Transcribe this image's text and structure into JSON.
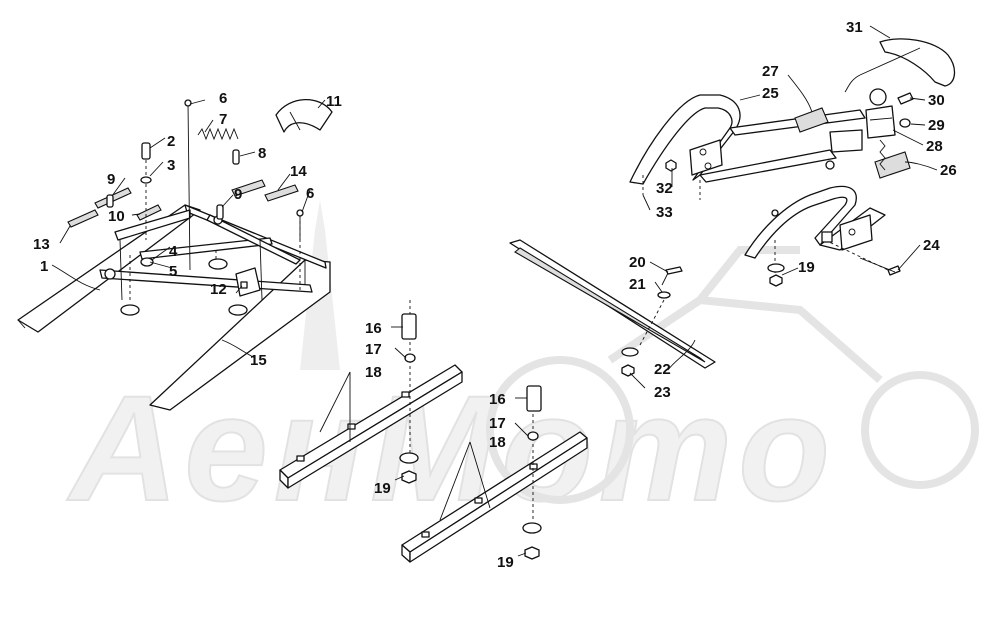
{
  "watermark": "AeнMomo",
  "callouts": {
    "c1": "1",
    "c2": "2",
    "c3": "3",
    "c4": "4",
    "c5": "5",
    "c6a": "6",
    "c6b": "6",
    "c7": "7",
    "c8": "8",
    "c9a": "9",
    "c9b": "9",
    "c10": "10",
    "c11": "11",
    "c12": "12",
    "c13": "13",
    "c14": "14",
    "c15": "15",
    "c16a": "16",
    "c16b": "16",
    "c17a": "17",
    "c17b": "17",
    "c18a": "18",
    "c18b": "18",
    "c19a": "19",
    "c19b": "19",
    "c19c": "19",
    "c20": "20",
    "c21": "21",
    "c22": "22",
    "c23": "23",
    "c24": "24",
    "c25": "25",
    "c26": "26",
    "c27": "27",
    "c28": "28",
    "c29": "29",
    "c30": "30",
    "c31": "31",
    "c32": "32",
    "c33": "33"
  }
}
